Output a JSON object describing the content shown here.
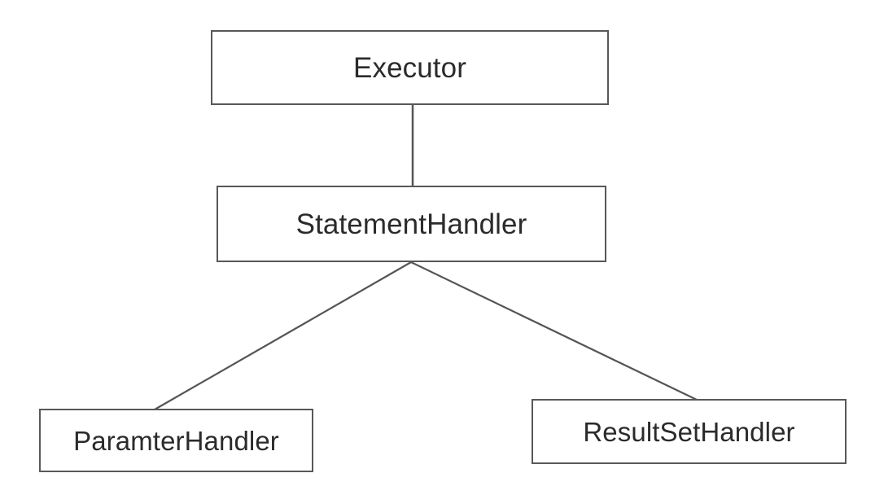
{
  "diagram": {
    "type": "tree",
    "title": "",
    "background_color": "#ffffff",
    "node_border_color": "#585858",
    "node_fill_color": "#ffffff",
    "text_color": "#2b2b2b",
    "edge_color": "#555555",
    "nodes": [
      {
        "id": "executor",
        "label": "Executor",
        "level": 0
      },
      {
        "id": "statementhandler",
        "label": "StatementHandler",
        "level": 1
      },
      {
        "id": "paramterhandler",
        "label": "ParamterHandler",
        "level": 2
      },
      {
        "id": "resultsethandler",
        "label": "ResultSetHandler",
        "level": 2
      }
    ],
    "edges": [
      {
        "id": "edge-executor-statementhandler",
        "from": "executor",
        "to": "statementhandler",
        "style": "straight-vertical"
      },
      {
        "id": "edge-statementhandler-paramterhandler",
        "from": "statementhandler",
        "to": "paramterhandler",
        "style": "diagonal"
      },
      {
        "id": "edge-statementhandler-resultsethandler",
        "from": "statementhandler",
        "to": "resultsethandler",
        "style": "diagonal"
      }
    ]
  }
}
